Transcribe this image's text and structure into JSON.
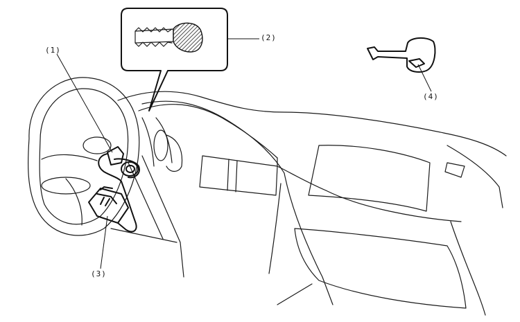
{
  "callouts": {
    "c1": "(1)",
    "c2": "(2)",
    "c3": "(3)",
    "c4": "(4)"
  },
  "colors": {
    "line": "#1a1a1a",
    "background": "#ffffff"
  }
}
